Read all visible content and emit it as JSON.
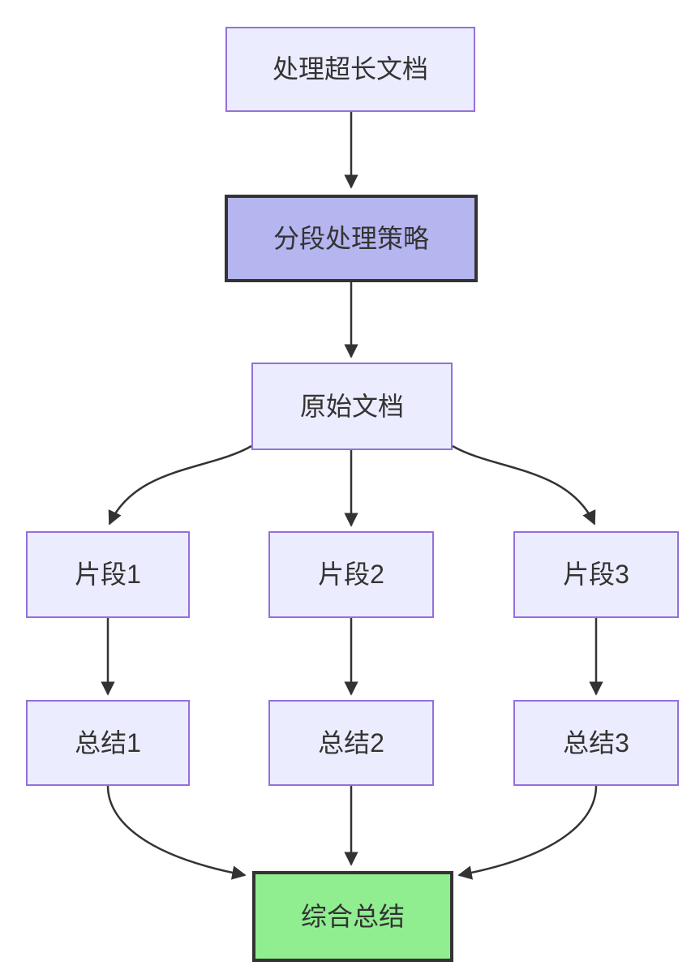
{
  "diagram": {
    "type": "flowchart",
    "direction": "top-down",
    "nodes": [
      {
        "id": "A",
        "label": "处理超长文档",
        "style": "default"
      },
      {
        "id": "B",
        "label": "分段处理策略",
        "style": "emphasis"
      },
      {
        "id": "C",
        "label": "原始文档",
        "style": "default"
      },
      {
        "id": "D1",
        "label": "片段1",
        "style": "default"
      },
      {
        "id": "D2",
        "label": "片段2",
        "style": "default"
      },
      {
        "id": "D3",
        "label": "片段3",
        "style": "default"
      },
      {
        "id": "E1",
        "label": "总结1",
        "style": "default"
      },
      {
        "id": "E2",
        "label": "总结2",
        "style": "default"
      },
      {
        "id": "E3",
        "label": "总结3",
        "style": "default"
      },
      {
        "id": "F",
        "label": "综合总结",
        "style": "success"
      }
    ],
    "edges": [
      {
        "from": "处理超长文档",
        "to": "分段处理策略"
      },
      {
        "from": "分段处理策略",
        "to": "原始文档"
      },
      {
        "from": "原始文档",
        "to": "片段1"
      },
      {
        "from": "原始文档",
        "to": "片段2"
      },
      {
        "from": "原始文档",
        "to": "片段3"
      },
      {
        "from": "片段1",
        "to": "总结1"
      },
      {
        "from": "片段2",
        "to": "总结2"
      },
      {
        "from": "片段3",
        "to": "总结3"
      },
      {
        "from": "总结1",
        "to": "综合总结"
      },
      {
        "from": "总结2",
        "to": "综合总结"
      },
      {
        "from": "总结3",
        "to": "综合总结"
      }
    ],
    "colors": {
      "background": "#ffffff",
      "node_fill": "#ECECFF",
      "node_border": "#9370DB",
      "emphasis_fill": "#B5B5F0",
      "emphasis_border": "#333333",
      "success_fill": "#90EE90",
      "success_border": "#333333",
      "edge": "#333333",
      "text": "#333333"
    }
  }
}
